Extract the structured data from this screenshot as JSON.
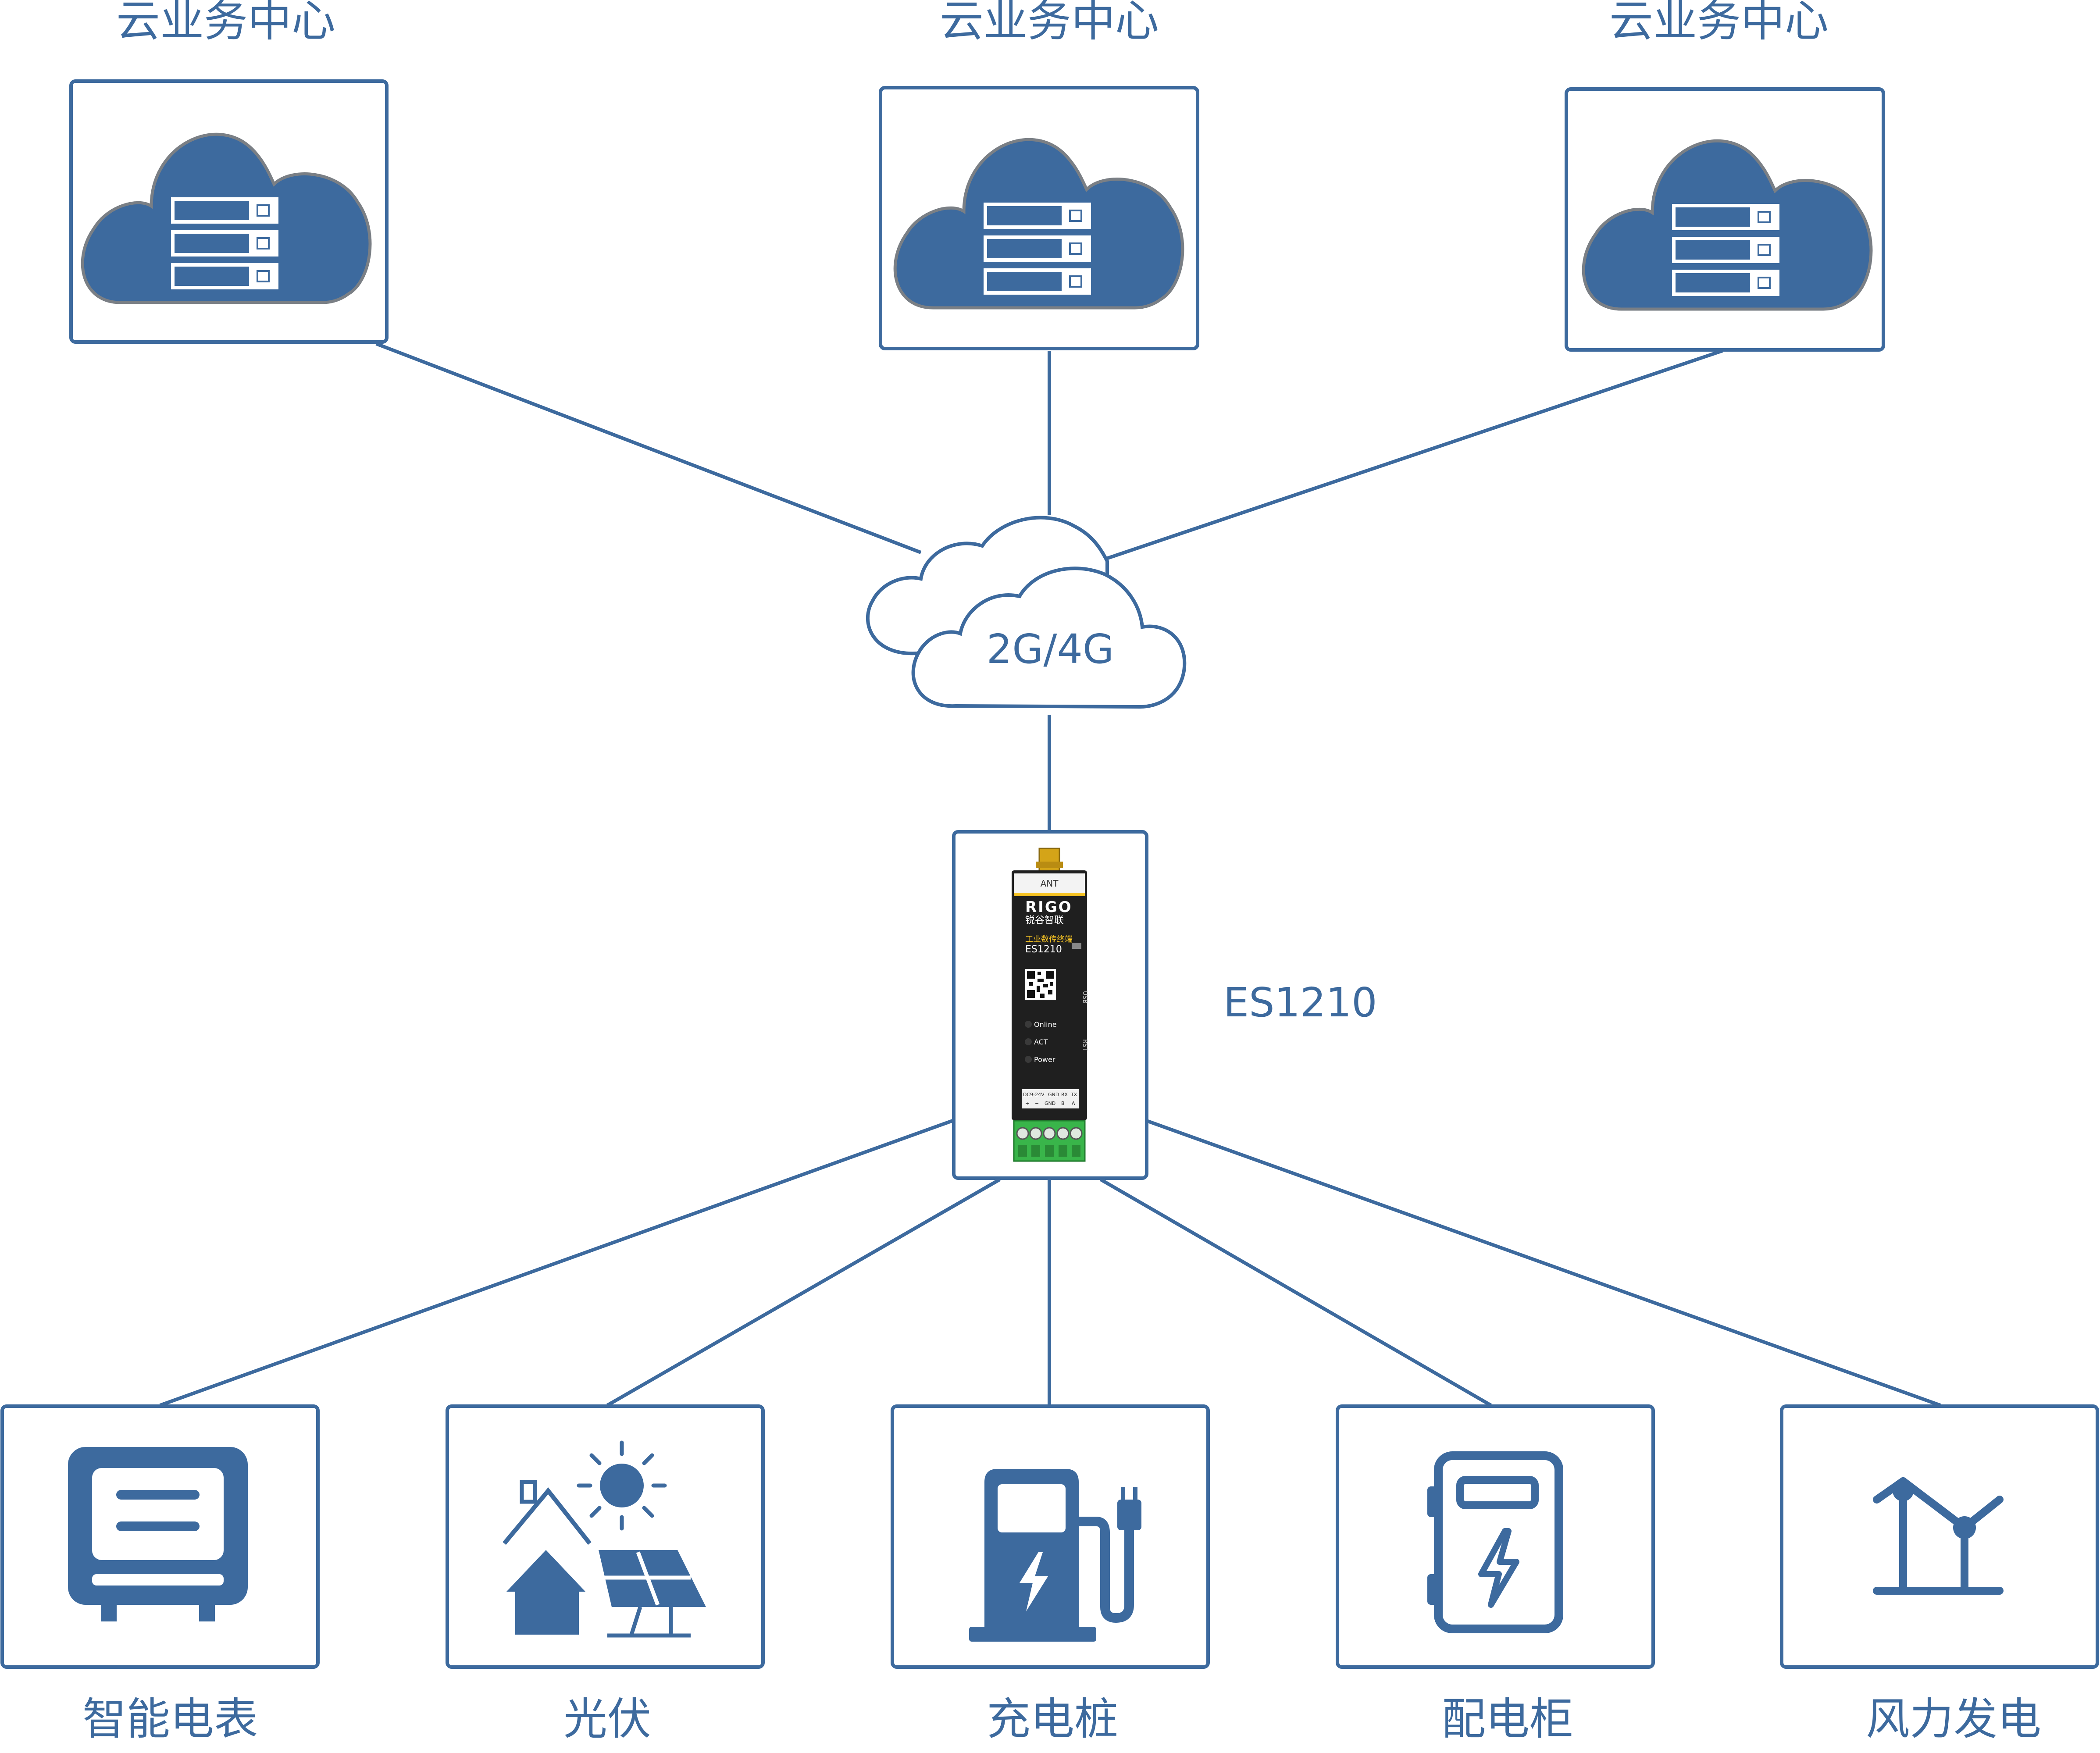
{
  "colors": {
    "primary": "#3d6a9e",
    "cloud_fill": "#3d6a9e",
    "cloud_stroke": "#7a7f85",
    "device_body": "#1f1f1f",
    "device_label": "#f6c323",
    "terminal_green": "#39b54a",
    "background": "#ffffff"
  },
  "cloud_centers": [
    {
      "label": "云业务中心",
      "icon": "cloud-server-icon"
    },
    {
      "label": "云业务中心",
      "icon": "cloud-server-icon"
    },
    {
      "label": "云业务中心",
      "icon": "cloud-server-icon"
    }
  ],
  "network": {
    "label": "2G/4G",
    "icon": "network-cloud-icon"
  },
  "device": {
    "model": "ES1210",
    "brand_logo": "RIGO",
    "brand_cn": "锐谷智联",
    "product_type": "工业数传终端",
    "model_on_device": "ES1210",
    "antenna_label": "ANT",
    "leds": [
      "Online",
      "ACT",
      "Power"
    ],
    "side_labels": [
      "USB",
      "RST"
    ],
    "terminal_header": [
      "DC9-24V",
      "GND",
      "RX",
      "TX"
    ],
    "terminal_sub": [
      "+",
      "−",
      "GND",
      "B",
      "A"
    ]
  },
  "endpoints": [
    {
      "label": "智能电表",
      "icon": "smart-meter-icon"
    },
    {
      "label": "光伏",
      "icon": "solar-panel-icon"
    },
    {
      "label": "充电桩",
      "icon": "charging-pile-icon"
    },
    {
      "label": "配电柜",
      "icon": "distribution-cabinet-icon"
    },
    {
      "label": "风力发电",
      "icon": "wind-power-icon"
    }
  ]
}
